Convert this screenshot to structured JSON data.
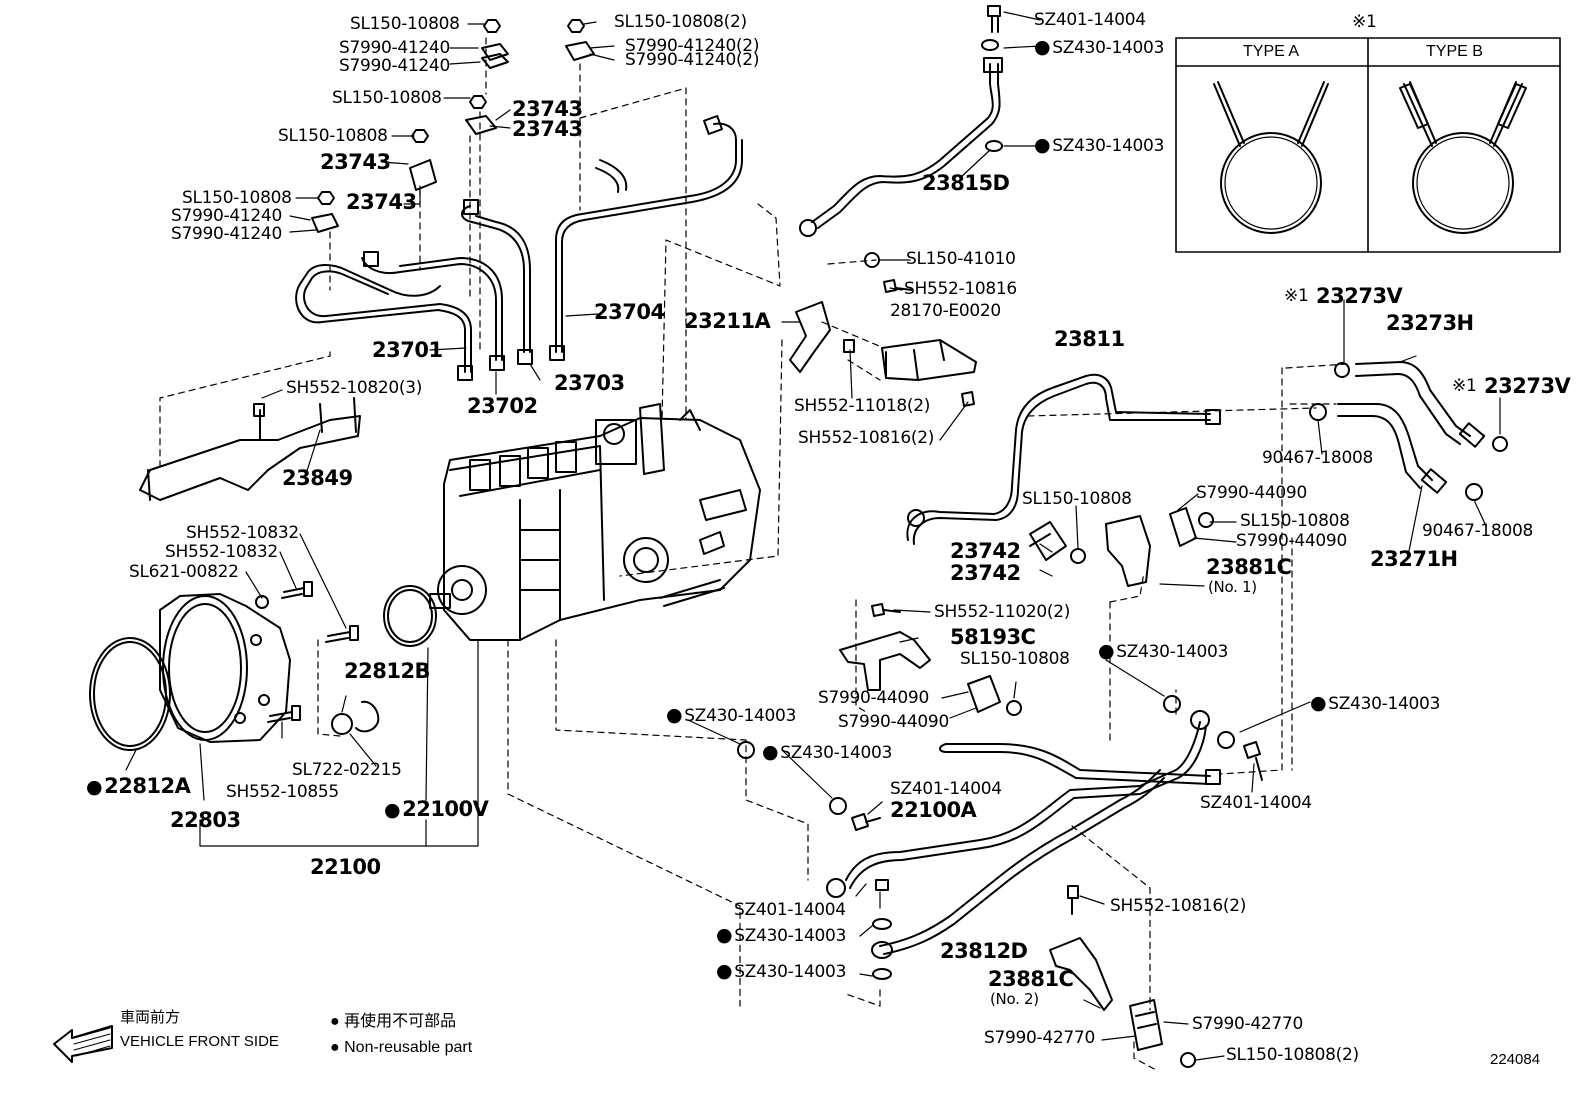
{
  "diagram_id": "224084",
  "inset": {
    "mark": "※1",
    "type_a": "TYPE A",
    "type_b": "TYPE B"
  },
  "legend": {
    "front_jp": "車両前方",
    "front_en": "VEHICLE FRONT SIDE",
    "nonreuse_jp": "再使用不可部品",
    "nonreuse_en": "Non-reusable part"
  },
  "callouts": [
    {
      "id": "c01",
      "text": "SL150-10808",
      "size": "normal",
      "nr": false
    },
    {
      "id": "c02",
      "text": "S7990-41240",
      "size": "normal",
      "nr": false
    },
    {
      "id": "c03",
      "text": "S7990-41240",
      "size": "normal",
      "nr": false
    },
    {
      "id": "c04",
      "text": "SL150-10808",
      "size": "normal",
      "nr": false
    },
    {
      "id": "c05",
      "text": "SL150-10808",
      "size": "normal",
      "nr": false
    },
    {
      "id": "c06",
      "text": "23743",
      "size": "big",
      "nr": false
    },
    {
      "id": "c07",
      "text": "SL150-10808",
      "size": "normal",
      "nr": false
    },
    {
      "id": "c08",
      "text": "S7990-41240",
      "size": "normal",
      "nr": false
    },
    {
      "id": "c09",
      "text": "S7990-41240",
      "size": "normal",
      "nr": false
    },
    {
      "id": "c10",
      "text": "23743",
      "size": "big",
      "nr": false
    },
    {
      "id": "c11",
      "text": "SL150-10808(2)",
      "size": "normal",
      "nr": false
    },
    {
      "id": "c12",
      "text": "S7990-41240(2)",
      "size": "normal",
      "nr": false
    },
    {
      "id": "c13",
      "text": "S7990-41240(2)",
      "size": "normal",
      "nr": false
    },
    {
      "id": "c14",
      "text": "23743",
      "size": "big",
      "nr": false
    },
    {
      "id": "c15",
      "text": "23743",
      "size": "big",
      "nr": false
    },
    {
      "id": "c16",
      "text": "SZ401-14004",
      "size": "normal",
      "nr": false
    },
    {
      "id": "c17",
      "text": "SZ430-14003",
      "size": "normal",
      "nr": true
    },
    {
      "id": "c18",
      "text": "SZ430-14003",
      "size": "normal",
      "nr": true
    },
    {
      "id": "c19",
      "text": "23815D",
      "size": "big",
      "nr": false
    },
    {
      "id": "c20",
      "text": "23704",
      "size": "big",
      "nr": false
    },
    {
      "id": "c21",
      "text": "23701",
      "size": "big",
      "nr": false
    },
    {
      "id": "c22",
      "text": "23703",
      "size": "big",
      "nr": false
    },
    {
      "id": "c23",
      "text": "23702",
      "size": "big",
      "nr": false
    },
    {
      "id": "c24",
      "text": "SH552-10820(3)",
      "size": "normal",
      "nr": false
    },
    {
      "id": "c25",
      "text": "23849",
      "size": "big",
      "nr": false
    },
    {
      "id": "c26",
      "text": "SL150-41010",
      "size": "normal",
      "nr": false
    },
    {
      "id": "c27",
      "text": "SH552-10816",
      "size": "normal",
      "nr": false
    },
    {
      "id": "c28",
      "text": "28170-E0020",
      "size": "normal",
      "nr": false
    },
    {
      "id": "c29",
      "text": "23211A",
      "size": "big",
      "nr": false
    },
    {
      "id": "c30",
      "text": "SH552-11018(2)",
      "size": "normal",
      "nr": false
    },
    {
      "id": "c31",
      "text": "SH552-10816(2)",
      "size": "normal",
      "nr": false
    },
    {
      "id": "c32",
      "text": "23811",
      "size": "big",
      "nr": false
    },
    {
      "id": "c33",
      "text": "※1",
      "size": "normal",
      "nr": false
    },
    {
      "id": "c34",
      "text": "23273V",
      "size": "big",
      "nr": false
    },
    {
      "id": "c35",
      "text": "23273H",
      "size": "big",
      "nr": false
    },
    {
      "id": "c36",
      "text": "※1",
      "size": "normal",
      "nr": false
    },
    {
      "id": "c37",
      "text": "23273V",
      "size": "big",
      "nr": false
    },
    {
      "id": "c38",
      "text": "90467-18008",
      "size": "normal",
      "nr": false
    },
    {
      "id": "c39",
      "text": "90467-18008",
      "size": "normal",
      "nr": false
    },
    {
      "id": "c40",
      "text": "23271H",
      "size": "big",
      "nr": false
    },
    {
      "id": "c41",
      "text": "SL150-10808",
      "size": "normal",
      "nr": false
    },
    {
      "id": "c42",
      "text": "S7990-44090",
      "size": "normal",
      "nr": false
    },
    {
      "id": "c43",
      "text": "SL150-10808",
      "size": "normal",
      "nr": false
    },
    {
      "id": "c44",
      "text": "S7990-44090",
      "size": "normal",
      "nr": false
    },
    {
      "id": "c45",
      "text": "23742",
      "size": "big",
      "nr": false
    },
    {
      "id": "c46",
      "text": "23742",
      "size": "big",
      "nr": false
    },
    {
      "id": "c47",
      "text": "23881C",
      "size": "big",
      "nr": false
    },
    {
      "id": "c48",
      "text": "(No. 1)",
      "size": "small",
      "nr": false
    },
    {
      "id": "c49",
      "text": "SH552-10832",
      "size": "normal",
      "nr": false
    },
    {
      "id": "c50",
      "text": "SH552-10832",
      "size": "normal",
      "nr": false
    },
    {
      "id": "c51",
      "text": "SL621-00822",
      "size": "normal",
      "nr": false
    },
    {
      "id": "c52",
      "text": "22812B",
      "size": "big",
      "nr": false
    },
    {
      "id": "c53",
      "text": "SH552-11020(2)",
      "size": "normal",
      "nr": false
    },
    {
      "id": "c54",
      "text": "58193C",
      "size": "big",
      "nr": false
    },
    {
      "id": "c55",
      "text": "SL150-10808",
      "size": "normal",
      "nr": false
    },
    {
      "id": "c56",
      "text": "S7990-44090",
      "size": "normal",
      "nr": false
    },
    {
      "id": "c57",
      "text": "S7990-44090",
      "size": "normal",
      "nr": false
    },
    {
      "id": "c58",
      "text": "SZ430-14003",
      "size": "normal",
      "nr": true
    },
    {
      "id": "c59",
      "text": "SZ430-14003",
      "size": "normal",
      "nr": true
    },
    {
      "id": "c60",
      "text": "SZ430-14003",
      "size": "normal",
      "nr": true
    },
    {
      "id": "c61",
      "text": "SZ430-14003",
      "size": "normal",
      "nr": true
    },
    {
      "id": "c62",
      "text": "SZ401-14004",
      "size": "normal",
      "nr": false
    },
    {
      "id": "c63",
      "text": "22100A",
      "size": "big",
      "nr": false
    },
    {
      "id": "c64",
      "text": "SZ401-14004",
      "size": "normal",
      "nr": false
    },
    {
      "id": "c65",
      "text": "SL722-02215",
      "size": "normal",
      "nr": false
    },
    {
      "id": "c66",
      "text": "SH552-10855",
      "size": "normal",
      "nr": false
    },
    {
      "id": "c67",
      "text": "22812A",
      "size": "big",
      "nr": true
    },
    {
      "id": "c68",
      "text": "22803",
      "size": "big",
      "nr": false
    },
    {
      "id": "c69",
      "text": "22100V",
      "size": "big",
      "nr": true
    },
    {
      "id": "c70",
      "text": "22100",
      "size": "big",
      "nr": false
    },
    {
      "id": "c71",
      "text": "SZ401-14004",
      "size": "normal",
      "nr": false
    },
    {
      "id": "c72",
      "text": "SZ430-14003",
      "size": "normal",
      "nr": true
    },
    {
      "id": "c73",
      "text": "SZ430-14003",
      "size": "normal",
      "nr": true
    },
    {
      "id": "c74",
      "text": "23812D",
      "size": "big",
      "nr": false
    },
    {
      "id": "c75",
      "text": "SH552-10816(2)",
      "size": "normal",
      "nr": false
    },
    {
      "id": "c76",
      "text": "23881C",
      "size": "big",
      "nr": false
    },
    {
      "id": "c77",
      "text": "(No. 2)",
      "size": "small",
      "nr": false
    },
    {
      "id": "c78",
      "text": "S7990-42770",
      "size": "normal",
      "nr": false
    },
    {
      "id": "c79",
      "text": "S7990-42770",
      "size": "normal",
      "nr": false
    },
    {
      "id": "c80",
      "text": "SL150-10808(2)",
      "size": "normal",
      "nr": false
    }
  ]
}
